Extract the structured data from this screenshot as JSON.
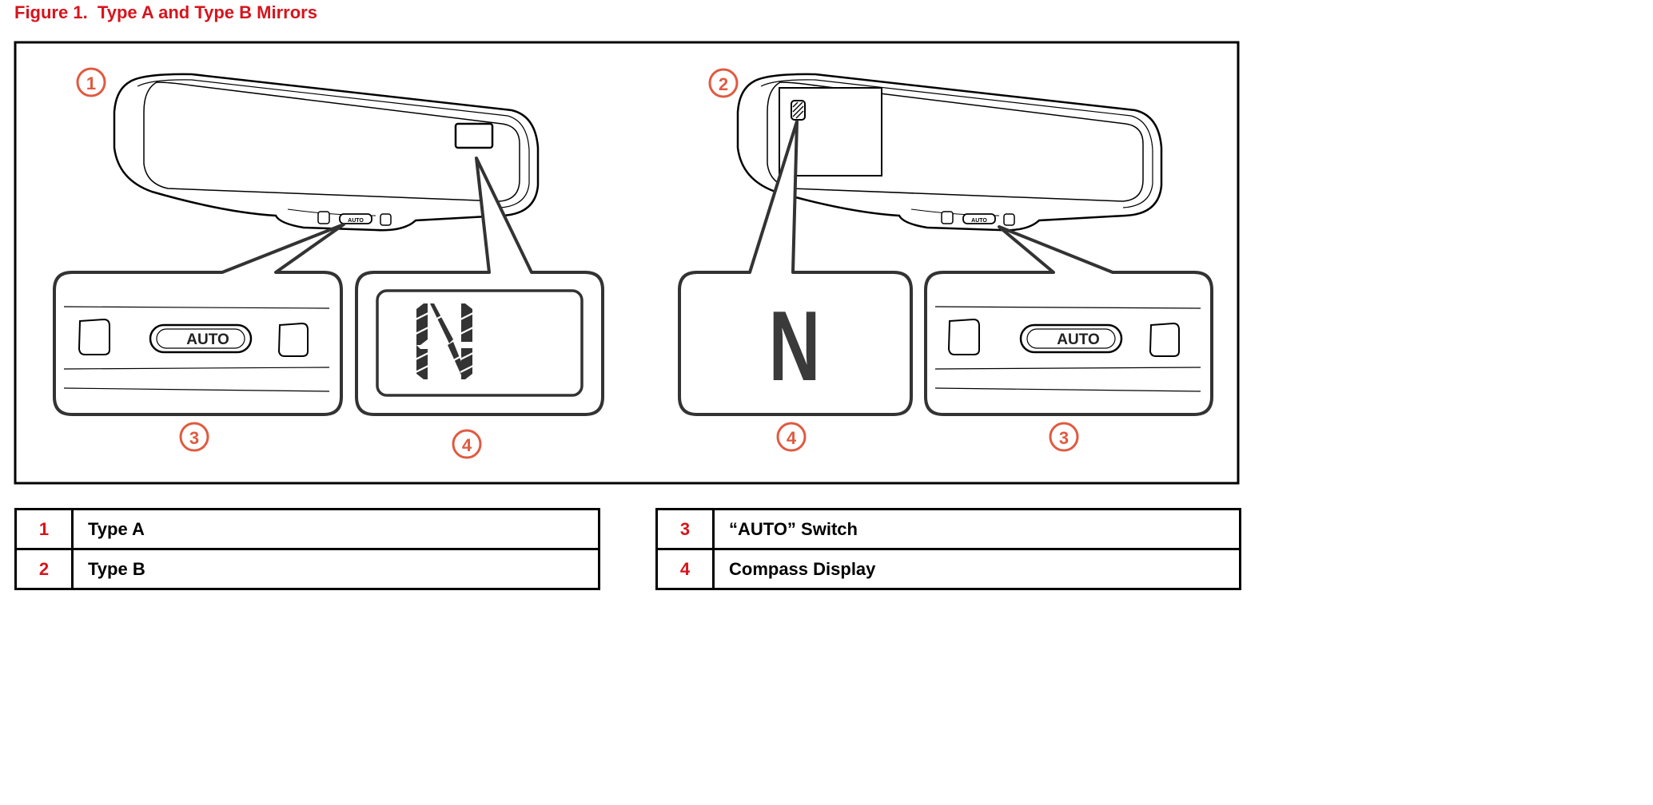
{
  "figure": {
    "title": "Figure 1.  Type A and Type B Mirrors",
    "accent_color": "#d7141c"
  },
  "diagram": {
    "mirror_a": {
      "callout": "1",
      "switch_label": "AUTO"
    },
    "mirror_b": {
      "callout": "2",
      "switch_label": "AUTO"
    },
    "insets": {
      "a_switch": {
        "callout": "3",
        "switch_label": "AUTO"
      },
      "a_compass": {
        "callout": "4",
        "display_letter": "N",
        "display_style": "segmented"
      },
      "b_compass": {
        "callout": "4",
        "display_letter": "N"
      },
      "b_switch": {
        "callout": "3",
        "switch_label": "AUTO"
      }
    }
  },
  "legend": {
    "left": [
      {
        "number": "1",
        "label": "Type A"
      },
      {
        "number": "2",
        "label": "Type B"
      }
    ],
    "right": [
      {
        "number": "3",
        "label": "“AUTO” Switch"
      },
      {
        "number": "4",
        "label": "Compass Display"
      }
    ]
  }
}
